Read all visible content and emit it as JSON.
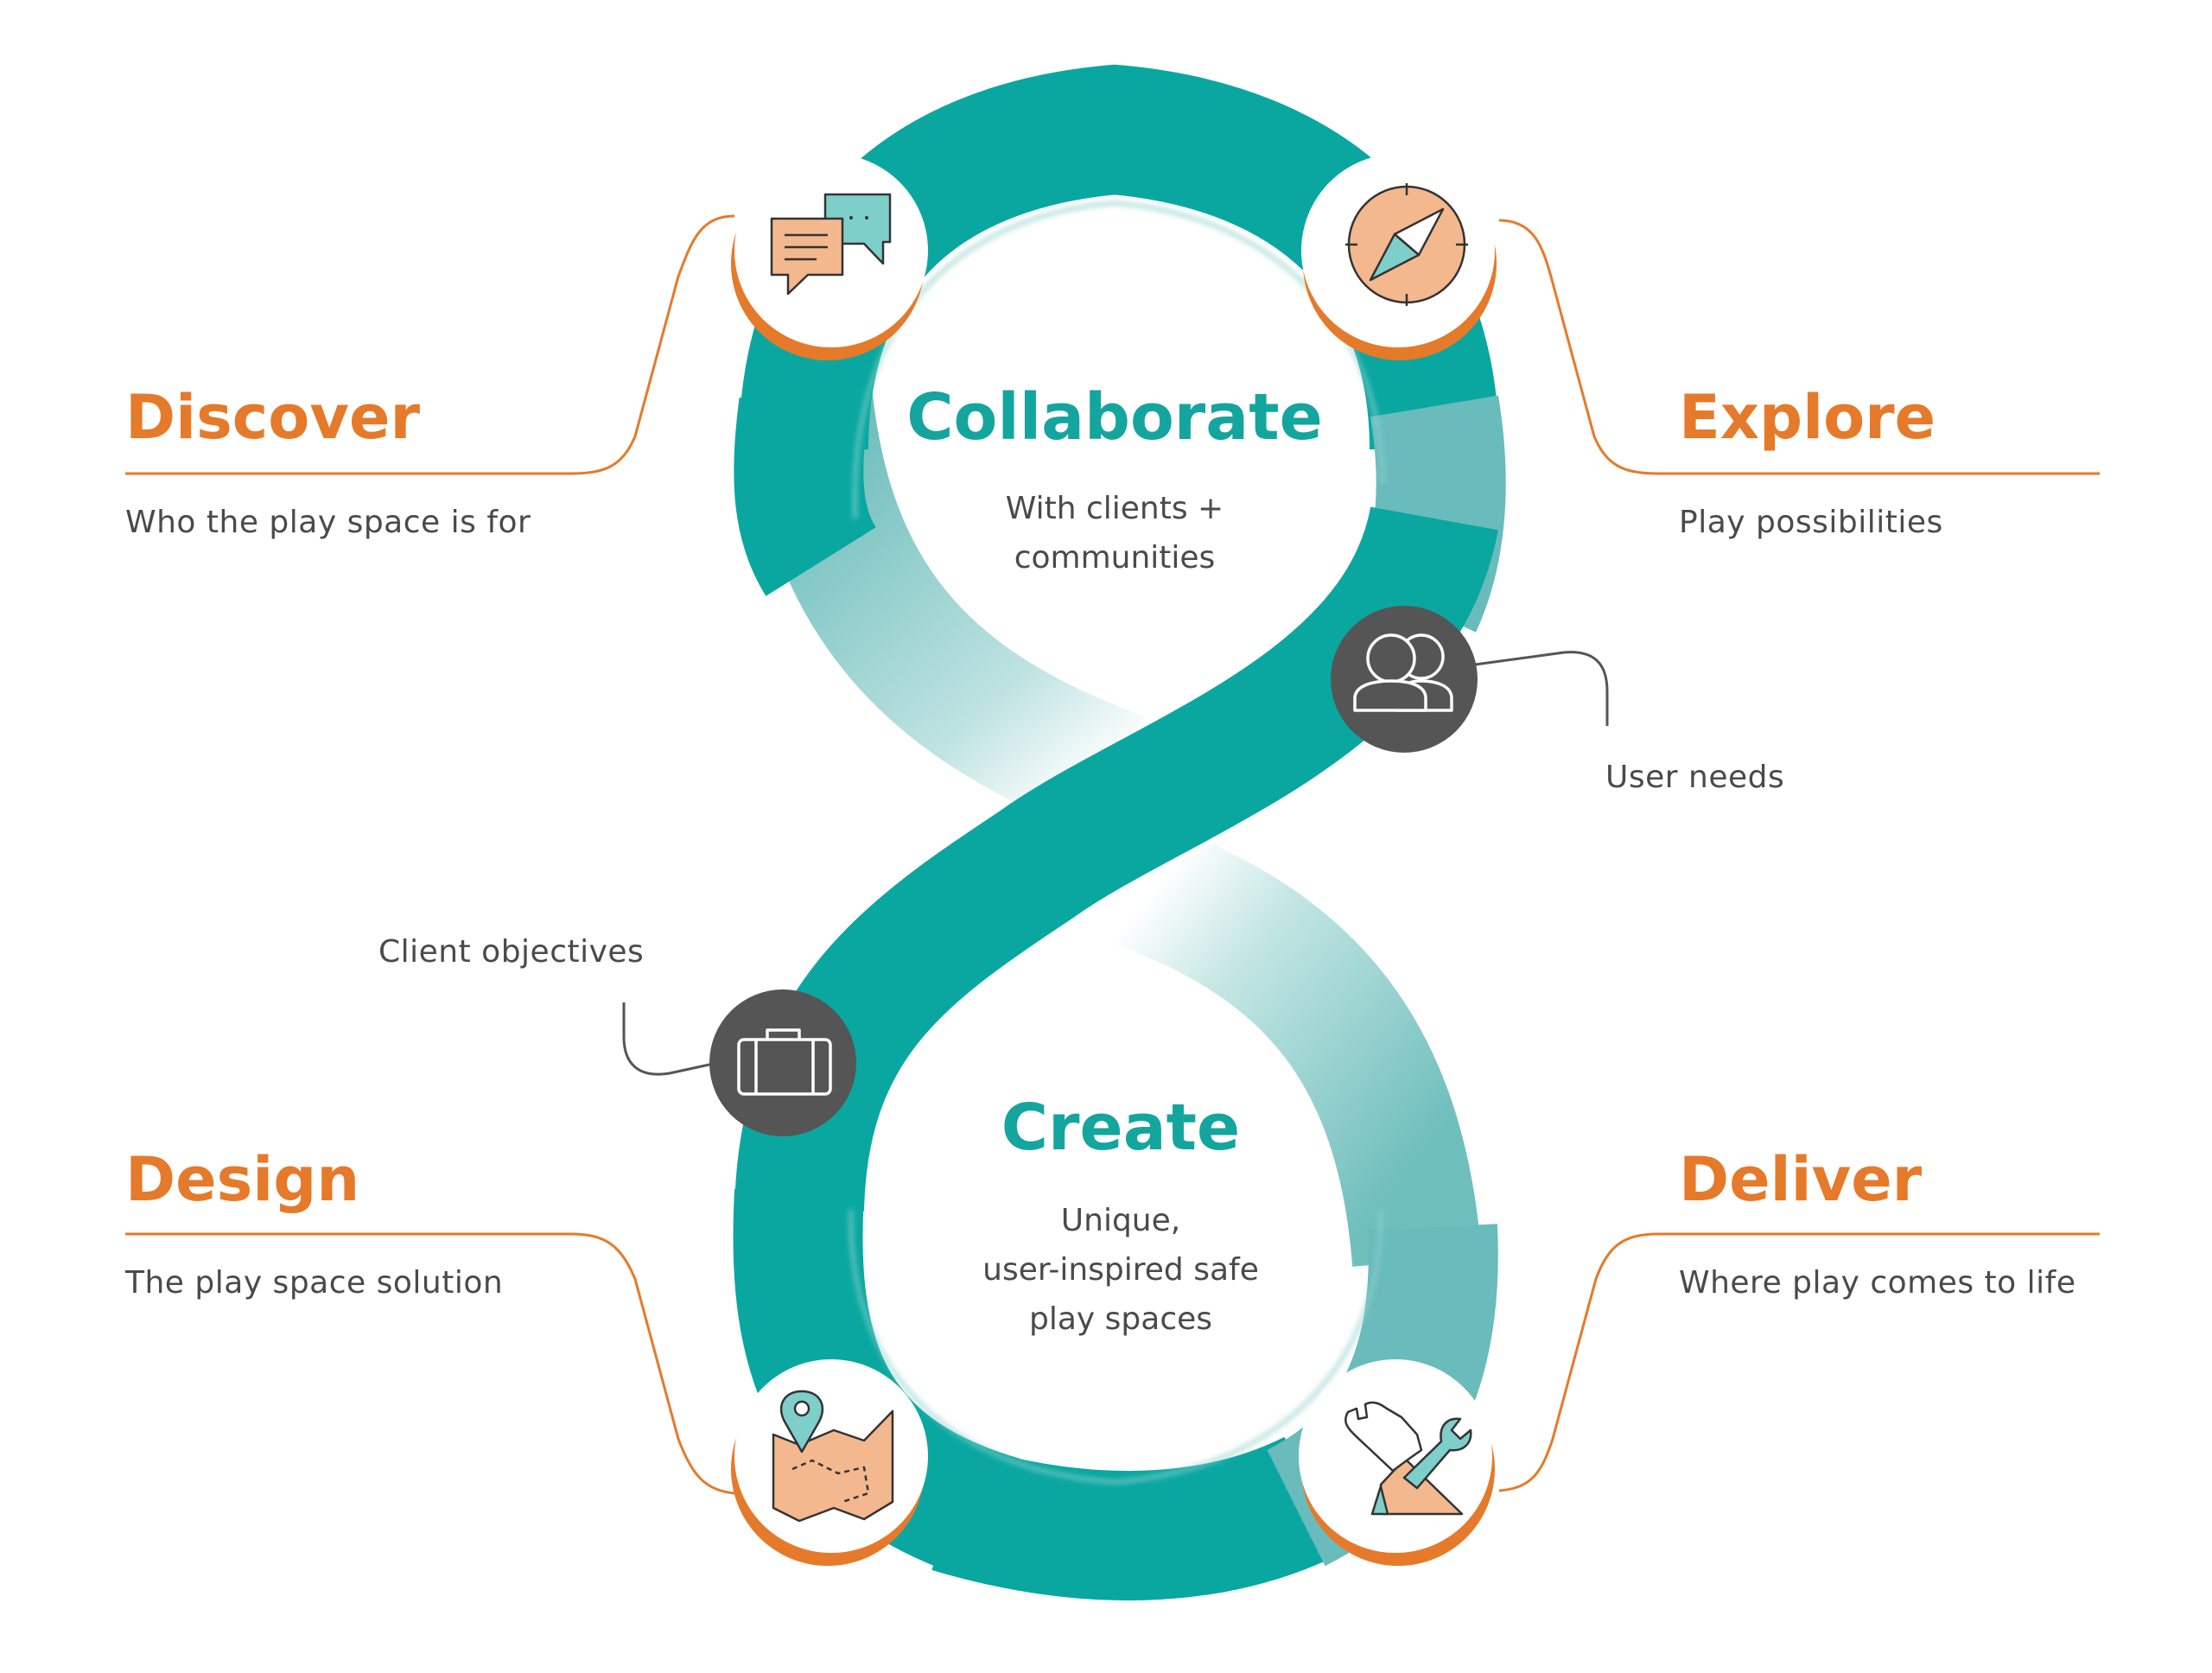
{
  "stages": {
    "discover": {
      "title": "Discover",
      "text": "Who the play space is for",
      "icon": "speech-bubbles-icon"
    },
    "explore": {
      "title": "Explore",
      "text": "Play possibilities",
      "icon": "compass-icon"
    },
    "design": {
      "title": "Design",
      "text": "The play space solution",
      "icon": "map-pin-icon"
    },
    "deliver": {
      "title": "Deliver",
      "text": "Where play comes to life",
      "icon": "tools-icon"
    }
  },
  "loops": {
    "collaborate": {
      "title": "Collaborate",
      "lines": [
        "With clients +",
        "communities"
      ]
    },
    "create": {
      "title": "Create",
      "lines": [
        "Unique,",
        "user-inspired safe",
        "play spaces"
      ]
    }
  },
  "crossings": {
    "user_needs": {
      "label": "User needs",
      "icon": "users-icon"
    },
    "client_objectives": {
      "label": "Client objectives",
      "icon": "briefcase-icon"
    }
  },
  "colors": {
    "teal": "#0aa7a1",
    "teal_light": "#69bcbb",
    "orange": "#e57a2a",
    "peach": "#f4b88f",
    "dark_gray": "#555555",
    "text_gray": "#4a4a4a"
  }
}
